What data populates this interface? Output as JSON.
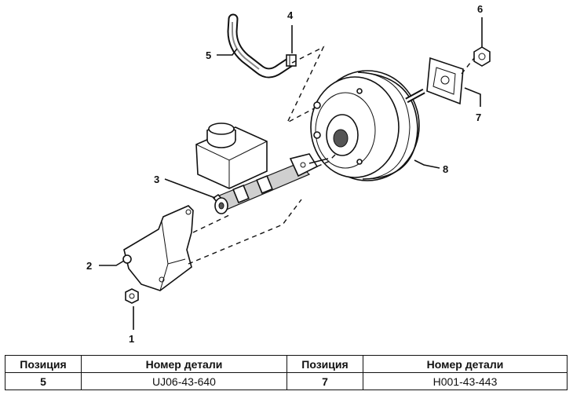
{
  "callouts": {
    "c1": "1",
    "c2": "2",
    "c3": "3",
    "c4": "4",
    "c5": "5",
    "c6": "6",
    "c7": "7",
    "c8": "8"
  },
  "table": {
    "headers": [
      "Позиция",
      "Номер детали",
      "Позиция",
      "Номер детали"
    ],
    "rows": [
      [
        "5",
        "UJ06-43-640",
        "7",
        "H001-43-443"
      ]
    ]
  }
}
